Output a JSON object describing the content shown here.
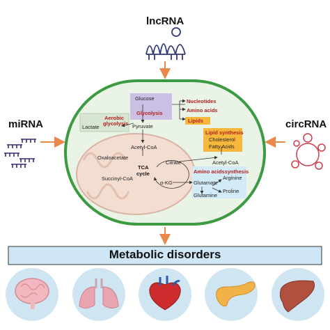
{
  "sources": {
    "lncrna": "lncRNA",
    "mirna": "miRNA",
    "circrna": "circRNA"
  },
  "cell": {
    "glucose": "Glucose",
    "glycolysis": "Glycolysis",
    "pyruvate": "Pyruvate",
    "lactate": "Lactate",
    "aerobic_glycolysis_line1": "Aerobic",
    "aerobic_glycolysis_line2": "glycolysis",
    "nucleotides": "Nucleotides",
    "amino_acids": "Amino acids",
    "lipids": "Lipids",
    "lipid_synthesis": "Lipid synthesis",
    "cholesterol": "Cholesterol",
    "fatty_acids": "Fatty Acids",
    "acetyl_coa_top": "Acetyl-CoA",
    "oxaloacetate": "Oxaloacetate",
    "citrate": "Citrate",
    "tca_line1": "TCA",
    "tca_line2": "cycle",
    "succinyl_coa": "Succinyl-CoA",
    "akg": "α-KG",
    "acetyl_coa_right": "Acetyl-CoA",
    "amino_acids_synthesis": "Amino acidssynthesis",
    "glutamate": "Glutamate",
    "arginine": "Arginine",
    "proline": "Proline",
    "glutamine": "Glutamine"
  },
  "banner": {
    "title": "Metabolic disorders"
  },
  "organs": [
    "brain-icon",
    "lungs-icon",
    "heart-icon",
    "pancreas-icon",
    "liver-icon"
  ],
  "colors": {
    "arrow": "#e8884a",
    "cell_fill": "#e9f3e6",
    "cell_stroke": "#3c9a42",
    "banner_fill": "#cfe6f7",
    "organ_circle": "#cfe5f2",
    "glycolysis_box": "#cbbfe3",
    "lipids_box": "#f6b73c",
    "amino_box": "#d3ebf6"
  }
}
